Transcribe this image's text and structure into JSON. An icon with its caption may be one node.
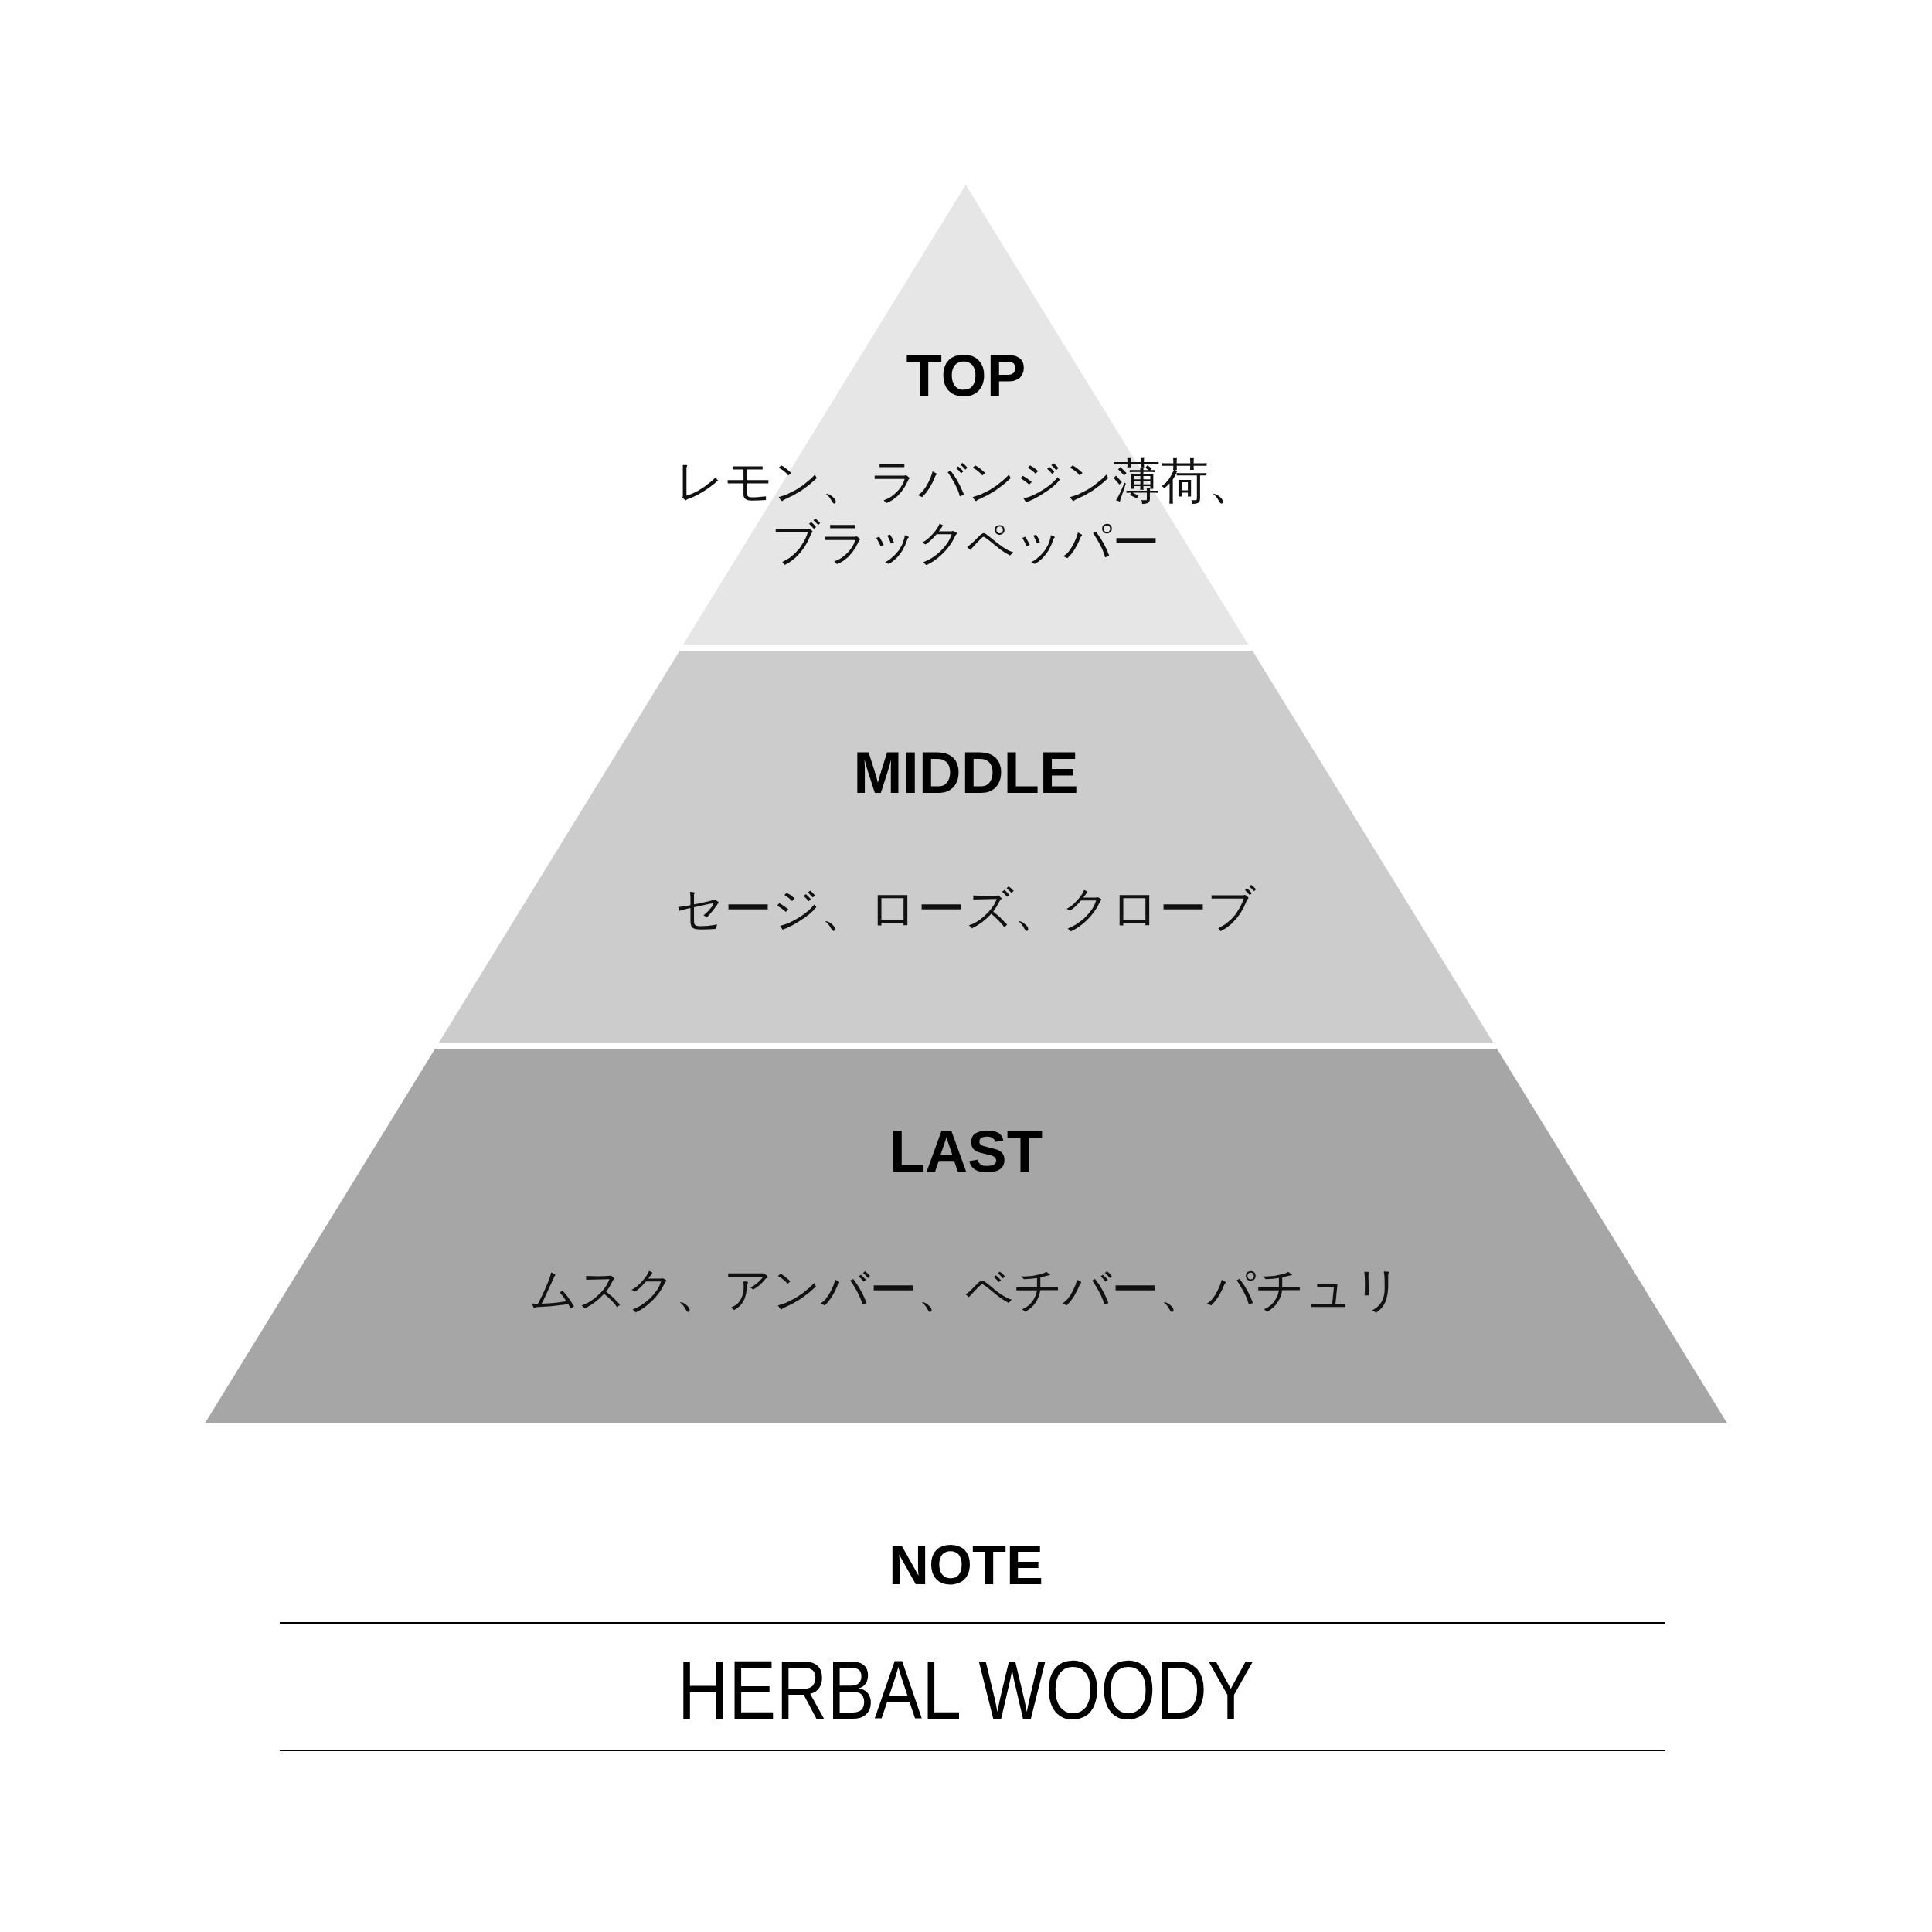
{
  "diagram": {
    "nodes": [
      {
        "text": [
          "TOP",
          "レモン、ラバンジン薄荷、ブラックペッパー"
        ]
      },
      {
        "text": [
          "MIDDLE",
          "セージ、ローズ、クローブ"
        ]
      },
      {
        "text": [
          "LAST",
          "ムスク、アンバー、ベチバー、パチュリ"
        ]
      }
    ],
    "labels": [
      "NOTE",
      "HERBAL WOODY"
    ]
  }
}
